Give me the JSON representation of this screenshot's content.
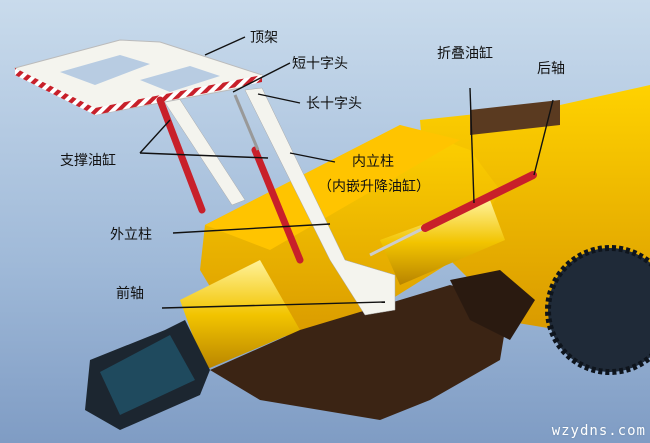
{
  "labels": {
    "top_frame": "顶架",
    "short_cross_head": "短十字头",
    "long_cross_head": "长十字头",
    "folding_cylinder": "折叠油缸",
    "rear_axle": "后轴",
    "support_cylinder": "支撑油缸",
    "inner_column": "内立柱",
    "inner_column_note": "（内嵌升降油缸）",
    "outer_column": "外立柱",
    "front_axle": "前轴"
  },
  "watermark": "wzydns.com",
  "colors": {
    "body_yellow": "#f2b800",
    "cylinder_red": "#c8202a",
    "frame_white": "#f4f4ee",
    "base_brown": "#3b2414",
    "background_blue": "#9fb9d8"
  }
}
